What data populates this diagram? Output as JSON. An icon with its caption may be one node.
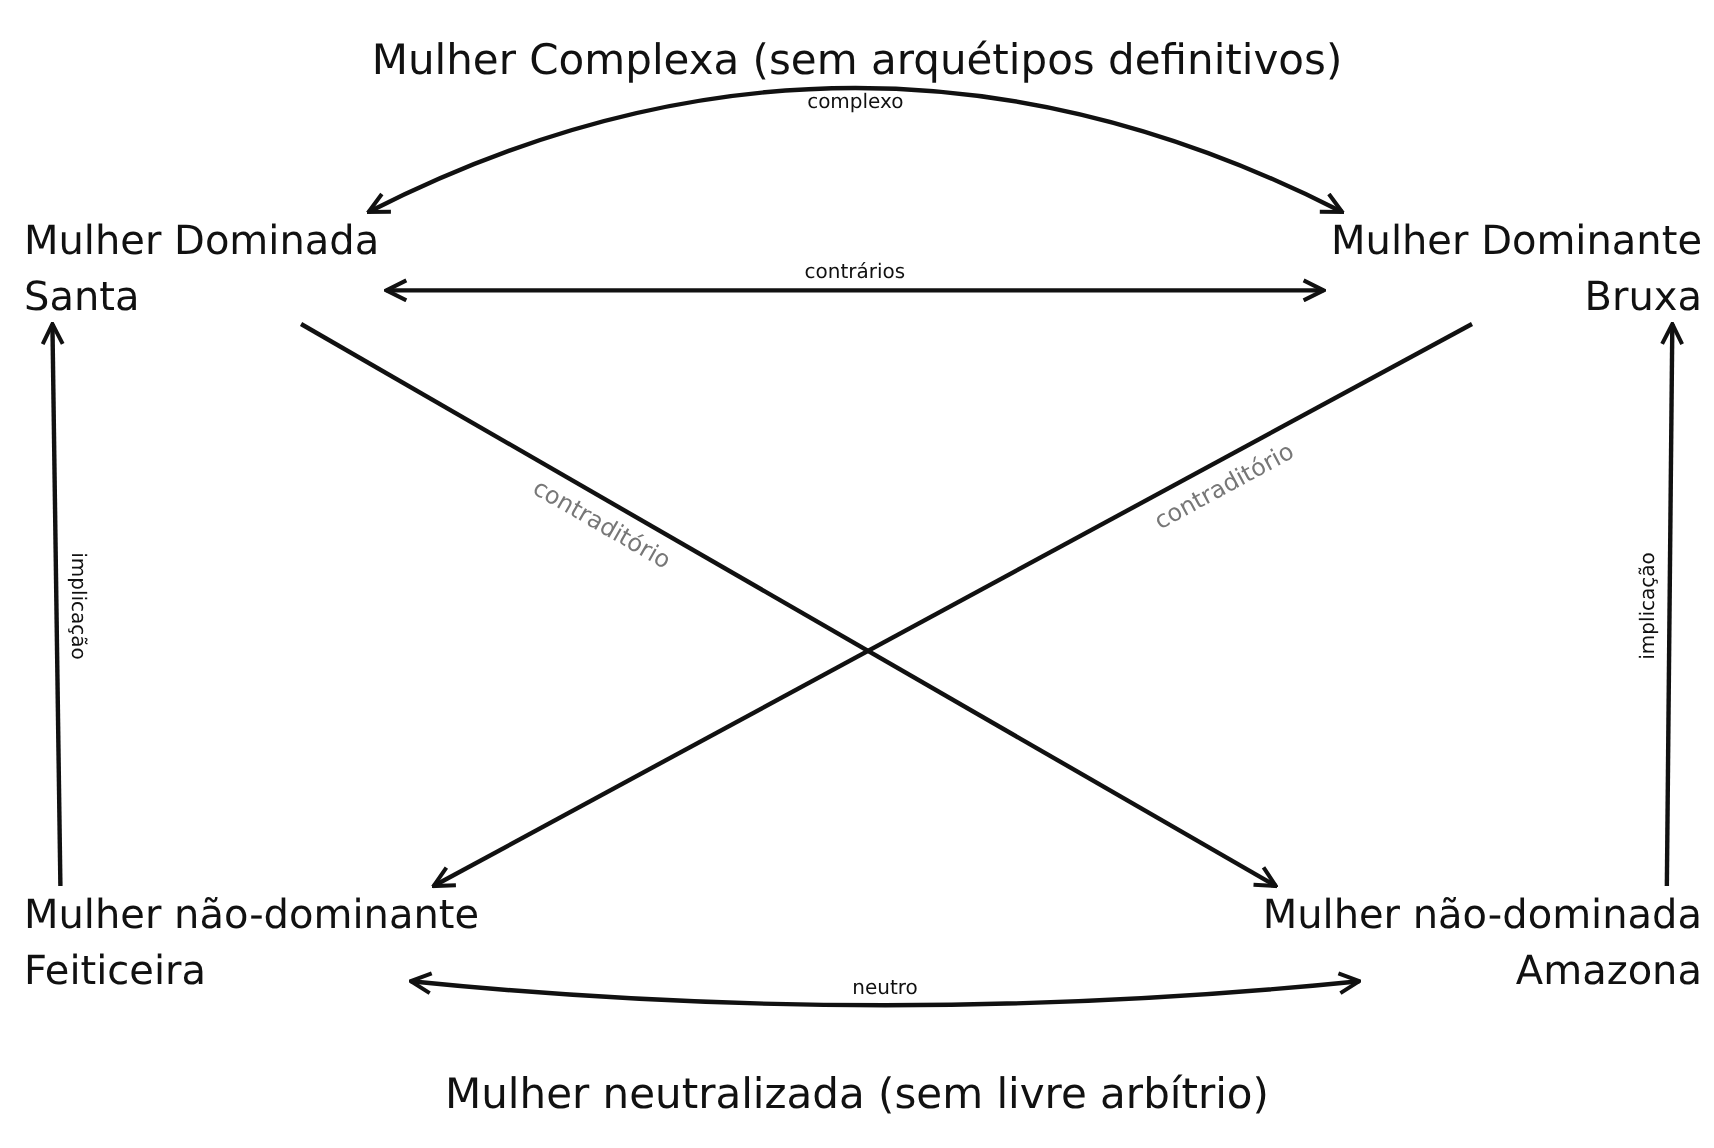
{
  "diagram": {
    "nodes": [
      {
        "text": [
          "Mulher Dominada",
          "Santa"
        ]
      },
      {
        "text": [
          "Mulher Dominante",
          "Bruxa"
        ]
      },
      {
        "text": [
          "Mulher não-dominante",
          "Feiticeira"
        ]
      },
      {
        "text": [
          "Mulher não-dominada",
          "Amazona"
        ]
      }
    ],
    "edges": [
      {
        "from": 0,
        "to": 1,
        "arrow": "both",
        "label": "complexo"
      },
      {
        "from": 0,
        "to": 1,
        "arrow": "both",
        "label": "contrários"
      },
      {
        "from": 0,
        "to": 3,
        "arrow": "to",
        "label": "contraditório"
      },
      {
        "from": 1,
        "to": 2,
        "arrow": "to",
        "label": "contraditório"
      },
      {
        "from": 2,
        "to": 0,
        "arrow": "to",
        "label": "implicação"
      },
      {
        "from": 3,
        "to": 1,
        "arrow": "to",
        "label": "implicação"
      },
      {
        "from": 2,
        "to": 3,
        "arrow": "both",
        "label": "neutro"
      }
    ],
    "labels": [
      "Mulher Complexa (sem arquétipos definitivos)",
      "Mulher neutralizada (sem livre arbítrio)"
    ]
  }
}
